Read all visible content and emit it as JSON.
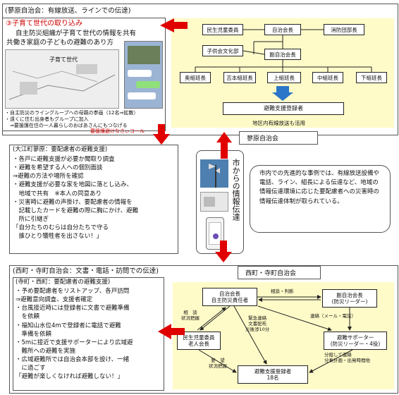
{
  "top": {
    "header": "(蓼原自治会：有線放送、ラインでの伝達)",
    "case_title": "③子育て世代の取り込み",
    "case_lines": [
      "自主防災組織が子育て世代の情報を共有",
      "共働き家庭の子どもの避難のあり方"
    ],
    "photo_caption": "子育て世代",
    "notes": [
      "・自主防災のライングループへの母親の参画（12名⇒拡散）",
      "・遠くに住む出身者もグループに加入",
      "　⇒要援護在住の一人暮らしのおばあさんにもつなげる"
    ],
    "note_red": "要援護避けなさぃコール",
    "org": {
      "minsei": "民生児童委員",
      "jichikaicho": "自治会長",
      "shobodan": "消防団部長",
      "kodomo": "子供会文化部",
      "fuku": "副自治会長",
      "hancho": [
        "奥組班長",
        "吉本組班長",
        "上組班長",
        "中組班長",
        "下組班長"
      ],
      "touroku": "避難支援登録者",
      "bottom_note": "地区内有線放送も活用"
    },
    "caption": "蓼原自治会"
  },
  "middle": {
    "header": "(大江町蓼原：要配慮者の避難支援)",
    "items": [
      "・各戸に避難支援が必要か聞取り調査",
      "・避難を希望する人への個別面談",
      "⇒避難の方法や場所を確認",
      "・避難支援が必要な家を地図に落とし込み、",
      "　地域で共有　※本人の同意あり",
      "・災害時に避難の声掛け、要配慮者の情報を",
      "　記載したカードを避難の際に胸にかけ、避難",
      "　所に引継ぎ",
      "「自分たちのむらは自分たちで守る",
      "　誰ひとり犠牲者を出さない！」"
    ],
    "vertical_title": "市からの情報伝達",
    "info": "市内での先進的な事例では、有線放送設備や電話、ライン、組長による伝達など、地域の情報伝達環境に応じた要配慮者への災害時の情報伝達体制が取られている。"
  },
  "bottom": {
    "header": "(西町・寺町自治会：文書・電話・訪問での伝達)",
    "subheader": "(寺町・西町：要配慮者の避難支援)",
    "items": [
      "・予め要配慮者をリストアップ、各戸訪問",
      "⇒避難意向調査、支援者確定",
      "・台風接近時には登録者に文書で避難準備",
      "　を依頼",
      "・福知山水位4mで登録者に電話で避難",
      "　準備を依頼",
      "・5mに接近で支援サポーターにより広域避",
      "　難所への避難を実施",
      "・広域避難所では自治会本部を設け、一緒",
      "　に過ごす",
      "「避難が楽しくなければ避難しない！」"
    ],
    "caption": "西町・寺町自治会",
    "org": {
      "kaicho": "自治会長\n自主防災責任者",
      "fuku": "副自治会長\n(防災リーダー)",
      "minsei": "民生児童委員\n老人会長",
      "touroku": "避難支援登録者\n18名",
      "supporter": "避難サポーター\n(防災リーダー・4役)",
      "lbl_soudan": "相談・判断",
      "lbl_renraku": "連絡（メール・電話）",
      "lbl_kinkyu": "緊急連絡\n文書配布\n災後渉10分",
      "lbl_soudan2": "相　談\n状況把握",
      "lbl_yobo": "要　望\n状況把握",
      "lbl_bunkatsu": "分担して連絡\n分乗計画・出発時間他"
    }
  },
  "colors": {
    "arrow": "#e00000",
    "org_arrow": "#2b76c8",
    "highlight": "#fffbc8",
    "red_text": "#d00000"
  }
}
